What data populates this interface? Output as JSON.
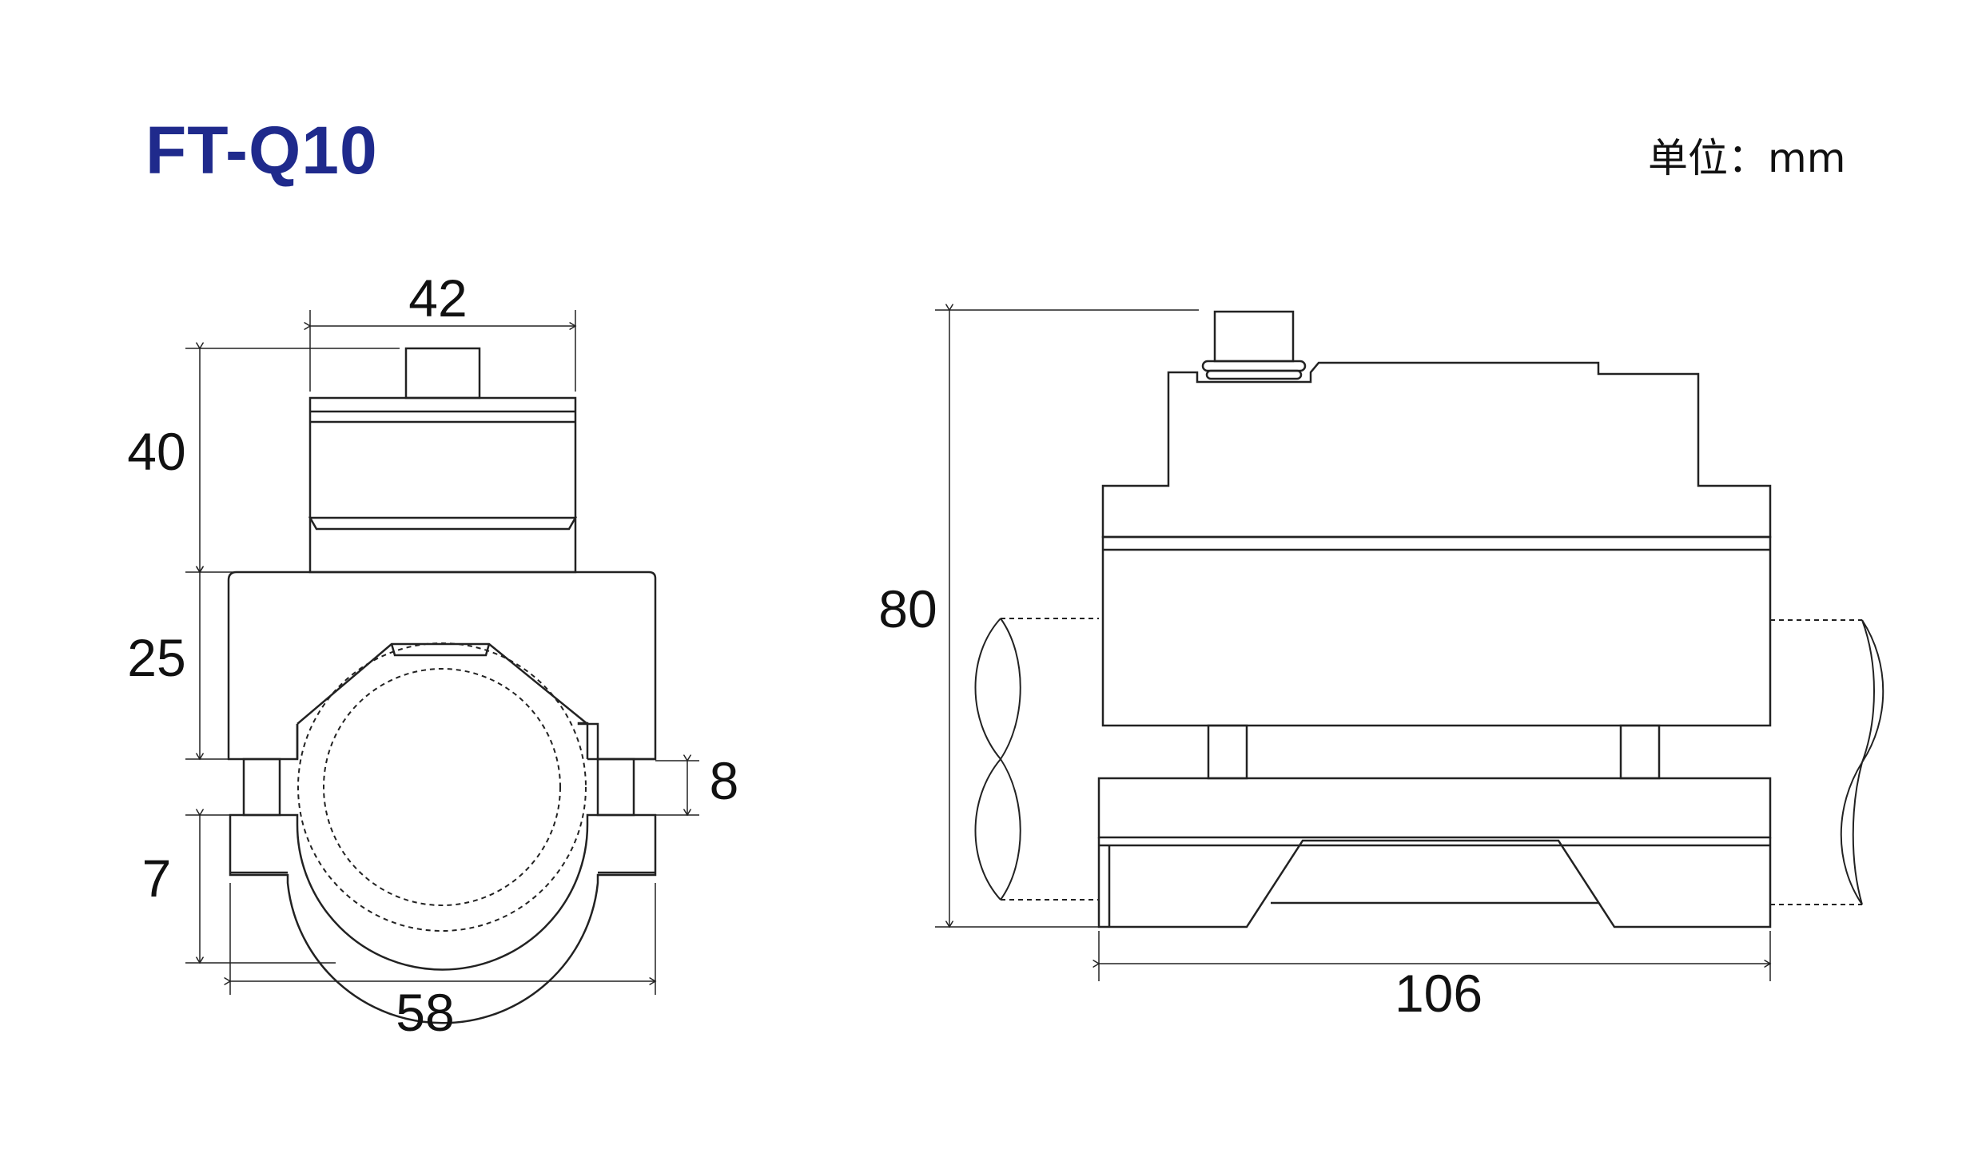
{
  "header": {
    "model": "FT-Q10",
    "unit_label": "单位：mm"
  },
  "front_view": {
    "dim_top_width": "42",
    "dim_height_top": "40",
    "dim_height_mid": "25",
    "dim_gap": "8",
    "dim_height_bottom": "7",
    "dim_bottom_width": "58"
  },
  "side_view": {
    "dim_total_height": "80",
    "dim_total_width": "106"
  },
  "colors": {
    "title": "#1f2a8c",
    "line": "#222222"
  }
}
